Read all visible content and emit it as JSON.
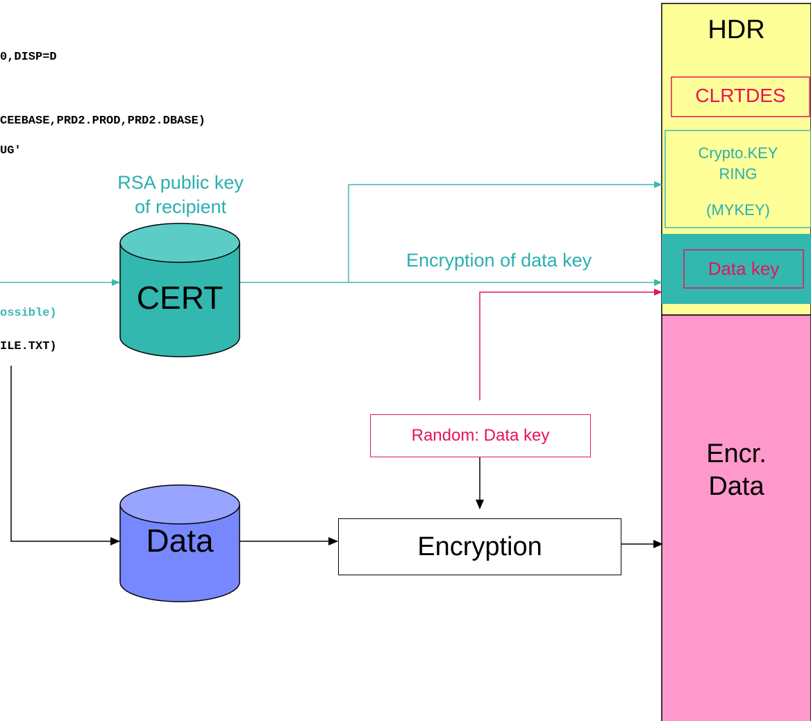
{
  "code_lines": {
    "line1": "0,DISP=D",
    "line2": "CEEBASE,PRD2.PROD,PRD2.DBASE)",
    "line3": "UG'",
    "line4": "ossible)",
    "line5": "ILE.TXT)"
  },
  "labels": {
    "rsa_key": "RSA public key\nof recipient",
    "rsa_key_line1": "RSA public key",
    "rsa_key_line2": "of recipient",
    "encryption_of_data_key": "Encryption of data key",
    "random_data_key": "Random: Data key",
    "encryption": "Encryption"
  },
  "cylinders": {
    "cert": "CERT",
    "data": "Data"
  },
  "output_file": {
    "hdr_title": "HDR",
    "clrtdes": "CLRTDES",
    "crypto_line1": "Crypto.KEY",
    "crypto_line2": "RING",
    "crypto_line3": "(MYKEY)",
    "data_key": "Data key",
    "encr_line1": "Encr.",
    "encr_line2": "Data"
  },
  "colors": {
    "teal": "#3cb8b2",
    "teal_dark": "#2a9a96",
    "pink": "#e6125e",
    "hdr_yellow": "#ffff99",
    "encr_pink": "#ff99cc",
    "data_cyl_blue": "#7788ff",
    "cert_cyl_teal": "#33bbb3"
  }
}
